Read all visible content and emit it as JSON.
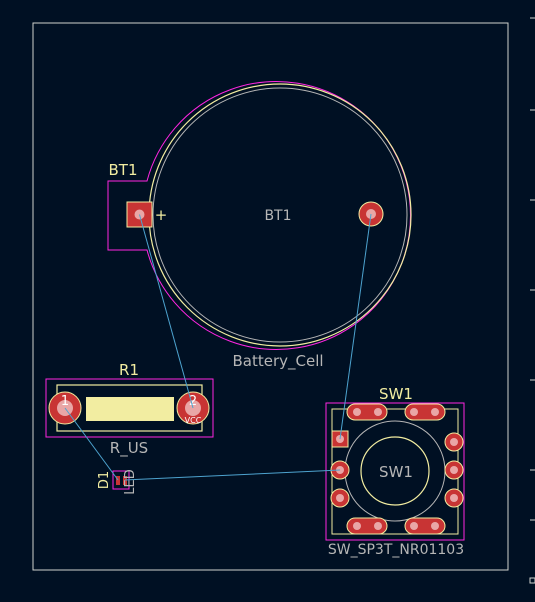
{
  "colors": {
    "background": "#001023",
    "board_outline": "#d0d2cd",
    "courtyard": "#ff26e2",
    "silkscreen": "#f2eda1",
    "fab": "#b6b6b6",
    "pad": "#c83434",
    "ratsnest": "#4da3cf",
    "pad_text": "#ffffff"
  },
  "footprints": {
    "bt1": {
      "ref": "BT1",
      "value_center": "BT1",
      "value": "Battery_Cell",
      "plus_mark": "+"
    },
    "r1": {
      "ref": "R1",
      "value": "R_US",
      "pad1": "1",
      "pad2": "2",
      "pad2_net": "VCC"
    },
    "d1": {
      "ref": "D1",
      "value": "LED"
    },
    "sw1": {
      "ref": "SW1",
      "value_center": "SW1",
      "value": "SW_SP3T_NR01103"
    }
  }
}
